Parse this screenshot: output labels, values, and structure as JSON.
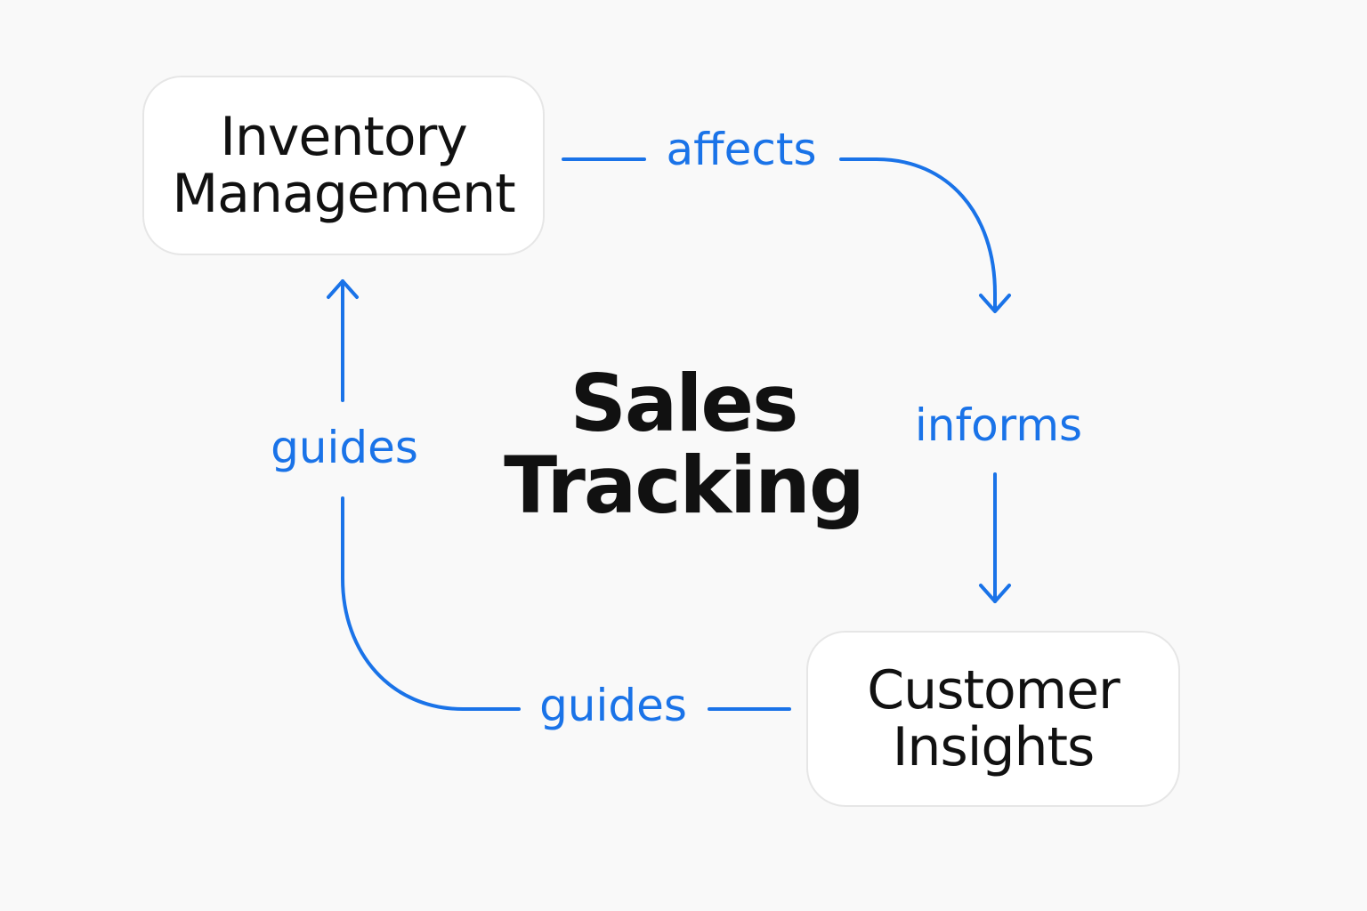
{
  "diagram": {
    "center_title": [
      "Sales",
      "Tracking"
    ],
    "nodes": {
      "inventory": [
        "Inventory",
        "Management"
      ],
      "customer": [
        "Customer",
        "Insights"
      ]
    },
    "edges": {
      "affects": "affects",
      "informs": "informs",
      "guides_left": "guides",
      "guides_bottom": "guides"
    }
  },
  "colors": {
    "accent": "#1a73e8",
    "text": "#111111",
    "node_background": "#ffffff",
    "node_border": "#e6e6e6",
    "page_background": "#f9f9f9"
  }
}
